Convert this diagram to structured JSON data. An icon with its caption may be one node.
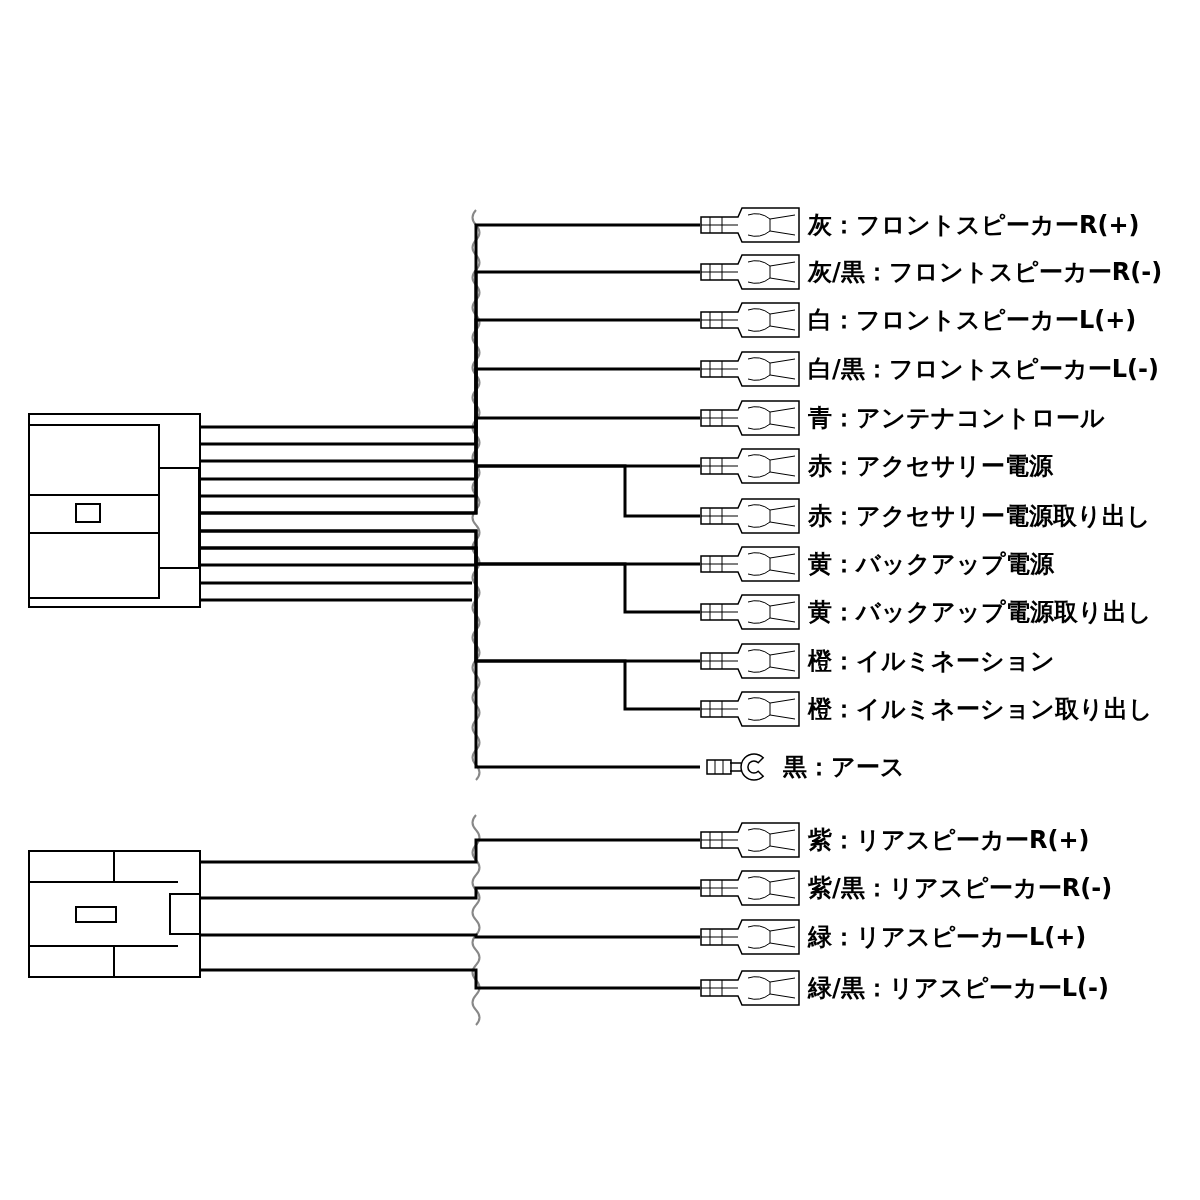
{
  "diagram": {
    "nodes": [
      {
        "text": [],
        "shape": "picture"
      },
      {
        "text": [],
        "shape": "picture"
      },
      {
        "text": [],
        "shape": "picture",
        "beside": [
          "灰：フロントスピーカーR(+)"
        ]
      },
      {
        "text": [],
        "shape": "picture",
        "beside": [
          "灰/黒：フロントスピーカーR(-)"
        ]
      },
      {
        "text": [],
        "shape": "picture",
        "beside": [
          "白：フロントスピーカーL(+)"
        ]
      },
      {
        "text": [],
        "shape": "picture",
        "beside": [
          "白/黒：フロントスピーカーL(-)"
        ]
      },
      {
        "text": [],
        "shape": "picture",
        "beside": [
          "青：アンテナコントロール"
        ]
      },
      {
        "text": [],
        "shape": "picture",
        "beside": [
          "赤：アクセサリー電源"
        ]
      },
      {
        "text": [],
        "shape": "picture",
        "beside": [
          "赤：アクセサリー電源取り出し"
        ]
      },
      {
        "text": [],
        "shape": "picture",
        "beside": [
          "黄：バックアップ電源"
        ]
      },
      {
        "text": [],
        "shape": "picture",
        "beside": [
          "黄：バックアップ電源取り出し"
        ]
      },
      {
        "text": [],
        "shape": "picture",
        "beside": [
          "橙：イルミネーション"
        ]
      },
      {
        "text": [],
        "shape": "picture",
        "beside": [
          "橙：イルミネーション取り出し"
        ]
      },
      {
        "text": [],
        "shape": "picture",
        "beside": [
          "黒：アース"
        ]
      },
      {
        "text": [],
        "shape": "picture",
        "beside": [
          "紫：リアスピーカーR(+)"
        ]
      },
      {
        "text": [],
        "shape": "picture",
        "beside": [
          "紫/黒：リアスピーカーR(-)"
        ]
      },
      {
        "text": [],
        "shape": "picture",
        "beside": [
          "緑：リアスピーカーL(+)"
        ]
      },
      {
        "text": [],
        "shape": "picture",
        "beside": [
          "緑/黒：リアスピーカーL(-)"
        ]
      }
    ],
    "edges": [
      {
        "from": 0,
        "to": 2,
        "arrow": "none"
      },
      {
        "from": 0,
        "to": 3,
        "arrow": "none"
      },
      {
        "from": 0,
        "to": 4,
        "arrow": "none"
      },
      {
        "from": 0,
        "to": 5,
        "arrow": "none"
      },
      {
        "from": 0,
        "to": 6,
        "arrow": "none"
      },
      {
        "from": 0,
        "to": 7,
        "arrow": "none"
      },
      {
        "from": 0,
        "to": 8,
        "arrow": "none"
      },
      {
        "from": 0,
        "to": 9,
        "arrow": "none"
      },
      {
        "from": 0,
        "to": 10,
        "arrow": "none"
      },
      {
        "from": 0,
        "to": 11,
        "arrow": "none"
      },
      {
        "from": 0,
        "to": 12,
        "arrow": "none"
      },
      {
        "from": 0,
        "to": 13,
        "arrow": "none"
      },
      {
        "from": 1,
        "to": 14,
        "arrow": "none"
      },
      {
        "from": 1,
        "to": 15,
        "arrow": "none"
      },
      {
        "from": 1,
        "to": 16,
        "arrow": "none"
      },
      {
        "from": 1,
        "to": 17,
        "arrow": "none"
      }
    ]
  }
}
